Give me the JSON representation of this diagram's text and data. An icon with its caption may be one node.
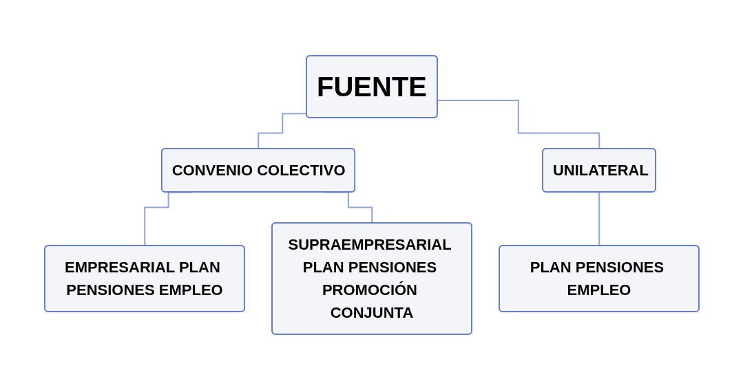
{
  "diagram": {
    "nodes": [
      {
        "text": [
          "FUENTE"
        ]
      },
      {
        "text": [
          "CONVENIO COLECTIVO"
        ]
      },
      {
        "text": [
          "UNILATERAL"
        ]
      },
      {
        "text": [
          "EMPRESARIAL PLAN PENSIONES EMPLEO"
        ]
      },
      {
        "text": [
          "SUPRAEMPRESARIAL PLAN PENSIONES PROMOCIÓN CONJUNTA"
        ]
      },
      {
        "text": [
          "PLAN PENSIONES EMPLEO"
        ]
      }
    ],
    "edges": [
      {
        "from": 0,
        "to": 1,
        "arrow": "none"
      },
      {
        "from": 0,
        "to": 2,
        "arrow": "none"
      },
      {
        "from": 1,
        "to": 3,
        "arrow": "none"
      },
      {
        "from": 1,
        "to": 4,
        "arrow": "none"
      },
      {
        "from": 2,
        "to": 5,
        "arrow": "none"
      }
    ]
  }
}
